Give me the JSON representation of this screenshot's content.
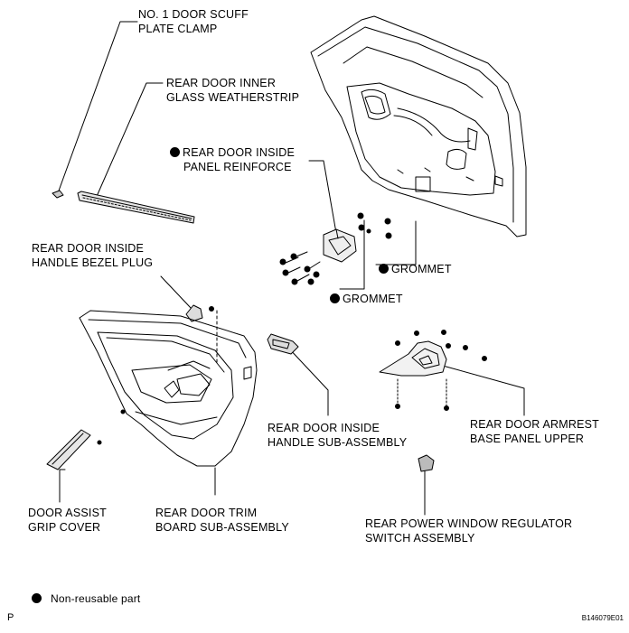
{
  "labels": {
    "scuff_clamp": [
      "NO. 1 DOOR SCUFF",
      "PLATE CLAMP"
    ],
    "glass_weatherstrip": [
      "REAR DOOR INNER",
      "GLASS WEATHERSTRIP"
    ],
    "panel_reinforce": [
      "REAR DOOR INSIDE",
      "PANEL REINFORCE"
    ],
    "bezel_plug": [
      "REAR DOOR INSIDE",
      "HANDLE BEZEL PLUG"
    ],
    "grommet_right": "GROMMET",
    "grommet_left": "GROMMET",
    "handle_sub_assembly": [
      "REAR DOOR INSIDE",
      "HANDLE SUB-ASSEMBLY"
    ],
    "armrest_base_panel": [
      "REAR DOOR ARMREST",
      "BASE PANEL UPPER"
    ],
    "grip_cover": [
      "DOOR ASSIST",
      "GRIP COVER"
    ],
    "trim_board": [
      "REAR DOOR TRIM",
      "BOARD SUB-ASSEMBLY"
    ],
    "window_switch": [
      "REAR POWER WINDOW REGULATOR",
      "SWITCH ASSEMBLY"
    ]
  },
  "legend": {
    "text": "Non-reusable part"
  },
  "footer": {
    "left_code": "P",
    "figure_id": "B146079E01"
  }
}
